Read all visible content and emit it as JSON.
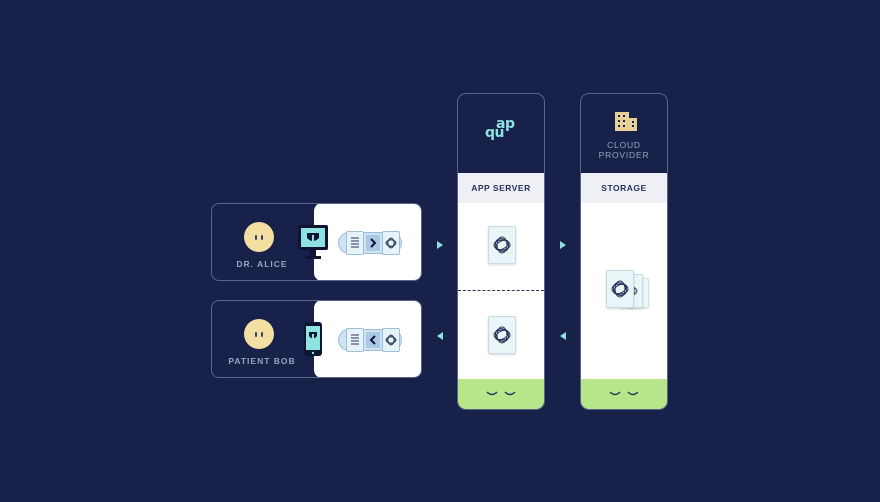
{
  "users": [
    {
      "label": "DR. ALICE",
      "device": "desktop-monitor-icon",
      "direction": "send"
    },
    {
      "label": "PATIENT BOB",
      "device": "phone-icon",
      "direction": "receive"
    }
  ],
  "app_column": {
    "logo": "qu\nap",
    "logo_top": "ap",
    "logo_bottom": "qu",
    "header": "APP SERVER"
  },
  "cloud_column": {
    "title_line1": "CLOUD",
    "title_line2": "PROVIDER",
    "header": "STORAGE"
  },
  "colors": {
    "background": "#172149",
    "accent_cyan": "#8ee3e0",
    "success_green": "#b7e68a",
    "avatar_yellow": "#f4dfa2",
    "building_tan": "#e9cf98"
  }
}
